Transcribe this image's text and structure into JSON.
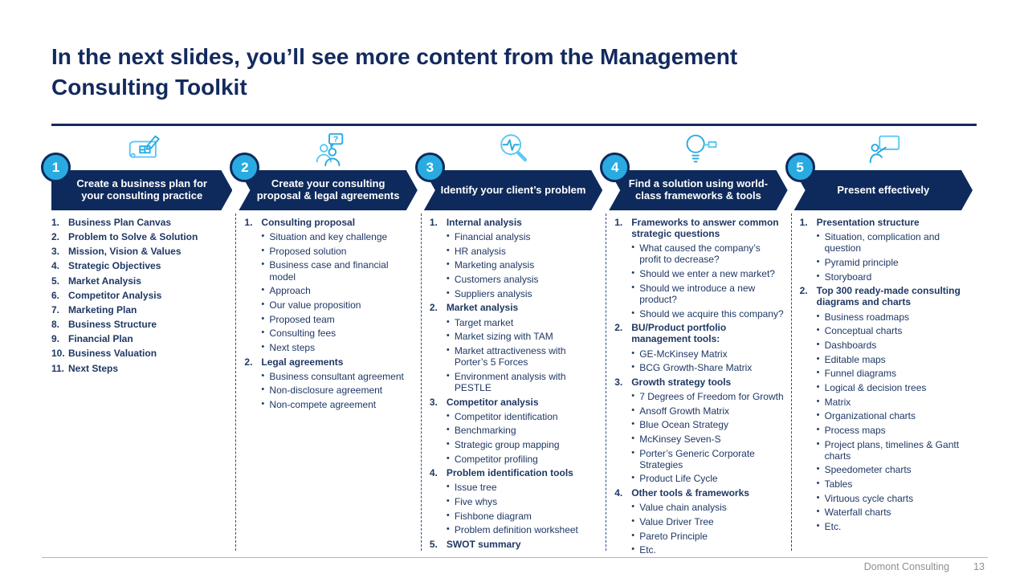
{
  "slide": {
    "title_lines": [
      "In the next slides, you’ll see more content from the Management",
      "Consulting Toolkit"
    ]
  },
  "footer": {
    "company": "Domont Consulting",
    "page": "13"
  },
  "colors": {
    "navy": "#0E2A5C",
    "title_navy": "#132A5E",
    "body_text_navy": "#1F3864",
    "accent_blue": "#29ABE2",
    "icon_light_blue": "#5BC8F5",
    "footer_gray": "#8F8F8F"
  },
  "columns": [
    {
      "number": "1",
      "icon": "blueprint-pencil-icon",
      "header": "Create a business plan for your consulting practice",
      "items": [
        {
          "label": "Business Plan Canvas",
          "subs": []
        },
        {
          "label": "Problem to Solve & Solution",
          "subs": []
        },
        {
          "label": "Mission, Vision & Values",
          "subs": []
        },
        {
          "label": "Strategic Objectives",
          "subs": []
        },
        {
          "label": "Market Analysis",
          "subs": []
        },
        {
          "label": "Competitor Analysis",
          "subs": []
        },
        {
          "label": "Marketing Plan",
          "subs": []
        },
        {
          "label": "Business Structure",
          "subs": []
        },
        {
          "label": "Financial Plan",
          "subs": []
        },
        {
          "label": "Business Valuation",
          "subs": []
        },
        {
          "label": "Next Steps",
          "subs": []
        }
      ]
    },
    {
      "number": "2",
      "icon": "people-question-icon",
      "header": "Create your consulting proposal & legal agreements",
      "items": [
        {
          "label": "Consulting proposal",
          "subs": [
            "Situation and key challenge",
            "Proposed solution",
            "Business case and financial model",
            "Approach",
            "Our value proposition",
            "Proposed team",
            "Consulting fees",
            "Next steps"
          ]
        },
        {
          "label": "Legal agreements",
          "subs": [
            "Business consultant agreement",
            "Non-disclosure agreement",
            "Non-compete agreement"
          ]
        }
      ]
    },
    {
      "number": "3",
      "icon": "magnifier-pulse-icon",
      "header": "Identify your client’s problem",
      "items": [
        {
          "label": "Internal analysis",
          "subs": [
            "Financial analysis",
            "HR analysis",
            "Marketing analysis",
            "Customers analysis",
            "Suppliers analysis"
          ]
        },
        {
          "label": "Market analysis",
          "subs": [
            "Target market",
            "Market sizing with TAM",
            "Market attractiveness with Porter’s 5 Forces",
            "Environment analysis with PESTLE"
          ]
        },
        {
          "label": "Competitor analysis",
          "subs": [
            "Competitor identification",
            "Benchmarking",
            "Strategic group mapping",
            "Competitor profiling"
          ]
        },
        {
          "label": "Problem identification tools",
          "subs": [
            "Issue tree",
            "Five whys",
            "Fishbone diagram",
            "Problem definition worksheet"
          ]
        },
        {
          "label": "SWOT summary",
          "subs": []
        }
      ]
    },
    {
      "number": "4",
      "icon": "lightbulb-tool-icon",
      "header": "Find a solution using world-class frameworks & tools",
      "items": [
        {
          "label": "Frameworks to answer common strategic questions",
          "subs": [
            "What caused the company’s profit to decrease?",
            "Should we enter a new market?",
            "Should we introduce a new product?",
            "Should we acquire this company?"
          ]
        },
        {
          "label": "BU/Product portfolio management tools:",
          "subs": [
            "GE-McKinsey Matrix",
            "BCG Growth-Share Matrix"
          ]
        },
        {
          "label": "Growth strategy tools",
          "subs": [
            "7 Degrees of Freedom for Growth",
            "Ansoff Growth Matrix",
            "Blue Ocean Strategy",
            "McKinsey Seven-S",
            "Porter’s Generic Corporate Strategies",
            "Product Life Cycle"
          ]
        },
        {
          "label": "Other tools & frameworks",
          "subs": [
            "Value chain analysis",
            "Value Driver Tree",
            "Pareto Principle",
            "Etc."
          ]
        }
      ]
    },
    {
      "number": "5",
      "icon": "presenter-board-icon",
      "header": "Present effectively",
      "items": [
        {
          "label": "Presentation structure",
          "subs": [
            "Situation, complication and question",
            "Pyramid principle",
            "Storyboard"
          ]
        },
        {
          "label": "Top 300 ready-made consulting diagrams and charts",
          "subs": [
            "Business roadmaps",
            "Conceptual charts",
            "Dashboards",
            "Editable maps",
            "Funnel diagrams",
            "Logical & decision trees",
            "Matrix",
            "Organizational charts",
            "Process maps",
            "Project plans, timelines & Gantt charts",
            "Speedometer charts",
            "Tables",
            "Virtuous cycle charts",
            "Waterfall charts",
            "Etc."
          ]
        }
      ]
    }
  ]
}
